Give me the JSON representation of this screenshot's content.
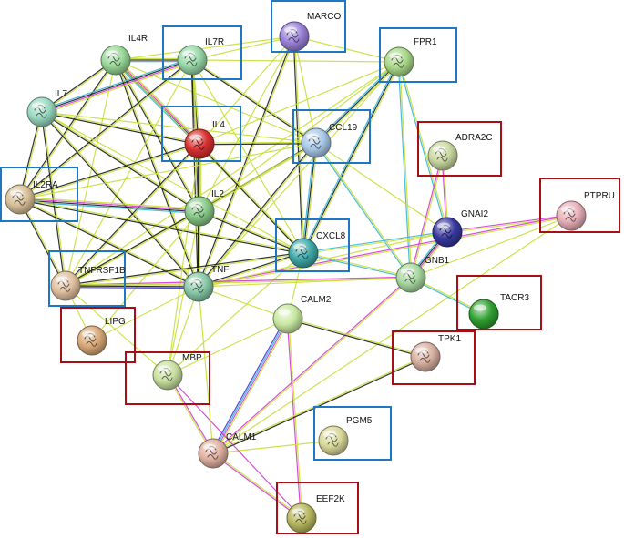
{
  "colors": {
    "blue_box": "#1f77c4",
    "red_box": "#a50f15",
    "edge_text_mining": "#c8df3a",
    "edge_coexpression": "#1a1a1a",
    "edge_database": "#35b5d8",
    "edge_experiments": "#d13bd1",
    "edge_neighborhood": "#3a3ad0"
  },
  "nodes": [
    {
      "id": "MARCO",
      "label": "MARCO",
      "color": "#9a82d8",
      "box": "blue",
      "icon": "protein-structure-icon"
    },
    {
      "id": "IL4R",
      "label": "IL4R",
      "color": "#98d898",
      "box": "none",
      "icon": "protein-structure-icon"
    },
    {
      "id": "IL7R",
      "label": "IL7R",
      "color": "#98d8a8",
      "box": "blue",
      "icon": "protein-structure-icon"
    },
    {
      "id": "FPR1",
      "label": "FPR1",
      "color": "#a8d888",
      "box": "blue",
      "icon": "protein-structure-icon"
    },
    {
      "id": "IL7",
      "label": "IL7",
      "color": "#98d8c0",
      "box": "none",
      "icon": "protein-structure-icon"
    },
    {
      "id": "IL4",
      "label": "IL4",
      "color": "#d83030",
      "box": "blue",
      "icon": "protein-structure-icon"
    },
    {
      "id": "CCL19",
      "label": "CCL19",
      "color": "#a8c8e8",
      "box": "blue",
      "icon": "protein-structure-icon"
    },
    {
      "id": "ADRA2C",
      "label": "ADRA2C",
      "color": "#c8d8a0",
      "box": "red",
      "icon": "protein-structure-icon"
    },
    {
      "id": "IL2RA",
      "label": "IL2RA",
      "color": "#d8c098",
      "box": "blue",
      "icon": "protein-structure-icon"
    },
    {
      "id": "IL2",
      "label": "IL2",
      "color": "#88c888",
      "box": "none",
      "icon": "protein-structure-icon"
    },
    {
      "id": "PTPRU",
      "label": "PTPRU",
      "color": "#e8b0b8",
      "box": "red",
      "icon": "protein-structure-icon"
    },
    {
      "id": "GNAI2",
      "label": "GNAI2",
      "color": "#3838a0",
      "box": "none",
      "icon": "protein-structure-icon"
    },
    {
      "id": "CXCL8",
      "label": "CXCL8",
      "color": "#40a8a8",
      "box": "blue",
      "icon": "protein-structure-icon"
    },
    {
      "id": "GNB1",
      "label": "GNB1",
      "color": "#a8d8a0",
      "box": "none",
      "icon": "protein-structure-icon"
    },
    {
      "id": "TNFRSF1B",
      "label": "TNFRSF1B",
      "color": "#e0c0a0",
      "box": "blue",
      "icon": "protein-structure-icon"
    },
    {
      "id": "TNF",
      "label": "TNF",
      "color": "#88c8a8",
      "box": "none",
      "icon": "protein-structure-icon"
    },
    {
      "id": "TACR3",
      "label": "TACR3",
      "color": "#30a030",
      "box": "red",
      "icon": "none"
    },
    {
      "id": "CALM2",
      "label": "CALM2",
      "color": "#c8e8a0",
      "box": "none",
      "icon": "none"
    },
    {
      "id": "LIPG",
      "label": "LIPG",
      "color": "#d8a878",
      "box": "red",
      "icon": "protein-structure-icon"
    },
    {
      "id": "TPK1",
      "label": "TPK1",
      "color": "#d8b0a0",
      "box": "red",
      "icon": "protein-structure-icon"
    },
    {
      "id": "MBP",
      "label": "MBP",
      "color": "#c8e0a0",
      "box": "red",
      "icon": "protein-structure-icon"
    },
    {
      "id": "PGM5",
      "label": "PGM5",
      "color": "#d8d898",
      "box": "blue",
      "icon": "protein-structure-icon"
    },
    {
      "id": "CALM1",
      "label": "CALM1",
      "color": "#e0b0a0",
      "box": "none",
      "icon": "protein-structure-icon"
    },
    {
      "id": "EEF2K",
      "label": "EEF2K",
      "color": "#b8b860",
      "box": "red",
      "icon": "protein-structure-icon"
    }
  ],
  "edges": [
    [
      "IL4R",
      "IL7R",
      "ykb"
    ],
    [
      "IL4R",
      "IL7",
      "yk"
    ],
    [
      "IL4R",
      "IL4",
      "ymkb"
    ],
    [
      "IL4R",
      "IL2",
      "yk"
    ],
    [
      "IL4R",
      "IL2RA",
      "yk"
    ],
    [
      "IL4R",
      "TNF",
      "yk"
    ],
    [
      "IL4R",
      "CCL19",
      "y"
    ],
    [
      "IL4R",
      "MARCO",
      "y"
    ],
    [
      "IL4R",
      "CXCL8",
      "y"
    ],
    [
      "IL4R",
      "TNFRSF1B",
      "y"
    ],
    [
      "IL7R",
      "IL7",
      "ymkb"
    ],
    [
      "IL7R",
      "IL4",
      "yk"
    ],
    [
      "IL7R",
      "IL2",
      "yk"
    ],
    [
      "IL7R",
      "IL2RA",
      "yk"
    ],
    [
      "IL7R",
      "TNF",
      "yk"
    ],
    [
      "IL7R",
      "CCL19",
      "yk"
    ],
    [
      "IL7R",
      "MARCO",
      "y"
    ],
    [
      "IL7R",
      "CXCL8",
      "y"
    ],
    [
      "IL7R",
      "TNFRSF1B",
      "y"
    ],
    [
      "IL7R",
      "FPR1",
      "y"
    ],
    [
      "MARCO",
      "CCL19",
      "y"
    ],
    [
      "MARCO",
      "CXCL8",
      "yk"
    ],
    [
      "MARCO",
      "TNF",
      "yk"
    ],
    [
      "MARCO",
      "IL2",
      "y"
    ],
    [
      "MARCO",
      "FPR1",
      "y"
    ],
    [
      "MARCO",
      "IL4",
      "y"
    ],
    [
      "FPR1",
      "CCL19",
      "ykb"
    ],
    [
      "FPR1",
      "CXCL8",
      "ykb"
    ],
    [
      "FPR1",
      "TNF",
      "y"
    ],
    [
      "FPR1",
      "GNAI2",
      "yb"
    ],
    [
      "FPR1",
      "GNB1",
      "yb"
    ],
    [
      "FPR1",
      "IL2",
      "y"
    ],
    [
      "FPR1",
      "TNFRSF1B",
      "y"
    ],
    [
      "FPR1",
      "IL4",
      "y"
    ],
    [
      "IL7",
      "IL4",
      "yk"
    ],
    [
      "IL7",
      "IL2",
      "yk"
    ],
    [
      "IL7",
      "IL2RA",
      "yk"
    ],
    [
      "IL7",
      "TNF",
      "yk"
    ],
    [
      "IL7",
      "CCL19",
      "y"
    ],
    [
      "IL7",
      "CXCL8",
      "y"
    ],
    [
      "IL7",
      "TNFRSF1B",
      "yk"
    ],
    [
      "IL4",
      "IL2",
      "ykg"
    ],
    [
      "IL4",
      "IL2RA",
      "yk"
    ],
    [
      "IL4",
      "TNF",
      "yk"
    ],
    [
      "IL4",
      "CCL19",
      "yk"
    ],
    [
      "IL4",
      "CXCL8",
      "yk"
    ],
    [
      "IL4",
      "TNFRSF1B",
      "yk"
    ],
    [
      "IL4",
      "MBP",
      "y"
    ],
    [
      "CCL19",
      "CXCL8",
      "ykb"
    ],
    [
      "CCL19",
      "TNF",
      "yk"
    ],
    [
      "CCL19",
      "IL2",
      "yk"
    ],
    [
      "CCL19",
      "IL2RA",
      "y"
    ],
    [
      "CCL19",
      "TNFRSF1B",
      "y"
    ],
    [
      "CCL19",
      "GNB1",
      "yb"
    ],
    [
      "CCL19",
      "GNAI2",
      "y"
    ],
    [
      "ADRA2C",
      "GNAI2",
      "ym"
    ],
    [
      "ADRA2C",
      "GNB1",
      "ym"
    ],
    [
      "IL2RA",
      "IL2",
      "ymkb"
    ],
    [
      "IL2RA",
      "TNF",
      "yk"
    ],
    [
      "IL2RA",
      "TNFRSF1B",
      "yk"
    ],
    [
      "IL2RA",
      "CXCL8",
      "yk"
    ],
    [
      "IL2",
      "TNF",
      "yk"
    ],
    [
      "IL2",
      "CXCL8",
      "yk"
    ],
    [
      "IL2",
      "TNFRSF1B",
      "yk"
    ],
    [
      "IL2",
      "MBP",
      "y"
    ],
    [
      "IL2",
      "LIPG",
      "y"
    ],
    [
      "PTPRU",
      "GNAI2",
      "ym"
    ],
    [
      "PTPRU",
      "GNB1",
      "y"
    ],
    [
      "PTPRU",
      "TNF",
      "ym"
    ],
    [
      "PTPRU",
      "CALM1",
      "y"
    ],
    [
      "GNAI2",
      "GNB1",
      "ymkb"
    ],
    [
      "GNAI2",
      "CXCL8",
      "yb"
    ],
    [
      "GNAI2",
      "TNF",
      "y"
    ],
    [
      "CXCL8",
      "TNF",
      "yk"
    ],
    [
      "CXCL8",
      "TNFRSF1B",
      "yk"
    ],
    [
      "CXCL8",
      "GNB1",
      "yb"
    ],
    [
      "CXCL8",
      "MBP",
      "y"
    ],
    [
      "CXCL8",
      "CALM2",
      "y"
    ],
    [
      "GNB1",
      "TNF",
      "y"
    ],
    [
      "GNB1",
      "TACR3",
      "yb"
    ],
    [
      "GNB1",
      "CALM1",
      "ym"
    ],
    [
      "GNB1",
      "TNFRSF1B",
      "ym"
    ],
    [
      "TNFRSF1B",
      "TNF",
      "ykg"
    ],
    [
      "TNFRSF1B",
      "MBP",
      "y"
    ],
    [
      "TNFRSF1B",
      "LIPG",
      "y"
    ],
    [
      "TNF",
      "MBP",
      "y"
    ],
    [
      "TNF",
      "CALM1",
      "y"
    ],
    [
      "TNF",
      "CALM2",
      "y"
    ],
    [
      "TNF",
      "LIPG",
      "y"
    ],
    [
      "CALM2",
      "CALM1",
      "ymbg"
    ],
    [
      "CALM2",
      "TPK1",
      "yk"
    ],
    [
      "CALM2",
      "MBP",
      "y"
    ],
    [
      "CALM2",
      "EEF2K",
      "ym"
    ],
    [
      "CALM1",
      "MBP",
      "ym"
    ],
    [
      "CALM1",
      "TPK1",
      "yk"
    ],
    [
      "CALM1",
      "EEF2K",
      "ym"
    ],
    [
      "CALM1",
      "PGM5",
      "y"
    ],
    [
      "MBP",
      "EEF2K",
      "m"
    ]
  ]
}
